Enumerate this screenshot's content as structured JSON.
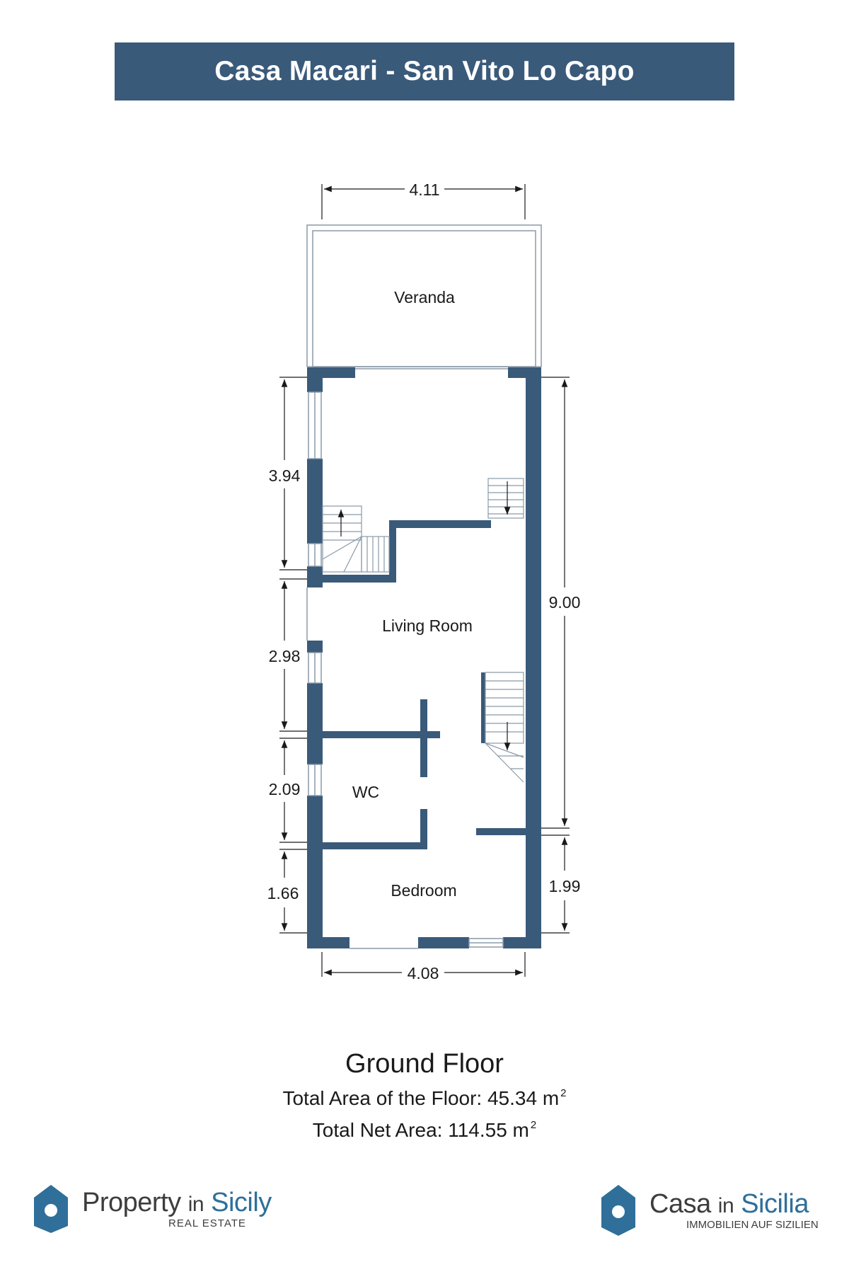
{
  "header": {
    "title": "Casa Macari - San Vito Lo Capo"
  },
  "plan": {
    "rooms": {
      "veranda": "Veranda",
      "living_room": "Living Room",
      "wc": "WC",
      "bedroom": "Bedroom"
    },
    "dimensions": {
      "top_width": "4.11",
      "bottom_width": "4.08",
      "left_upper": "3.94",
      "left_middle": "2.98",
      "left_wc": "2.09",
      "left_bottom": "1.66",
      "right_total": "9.00",
      "right_bottom": "1.99"
    }
  },
  "caption": {
    "floor_title": "Ground Floor",
    "total_area_label": "Total Area of the Floor: 45.34 m",
    "total_area_sup": "2",
    "net_area_label": "Total Net Area: 114.55 m",
    "net_area_sup": "2"
  },
  "logos": {
    "left": {
      "main_1": "Property",
      "main_in": "in",
      "main_2": "Sicily",
      "sub": "REAL ESTATE"
    },
    "right": {
      "main_1": "Casa",
      "main_in": "in",
      "main_2": "Sicilia",
      "sub": "IMMOBILIEN AUF SIZILIEN"
    }
  },
  "colors": {
    "wall": "#3a5a7a",
    "header": "#3a5a7a",
    "accent": "#2f6f9a"
  }
}
